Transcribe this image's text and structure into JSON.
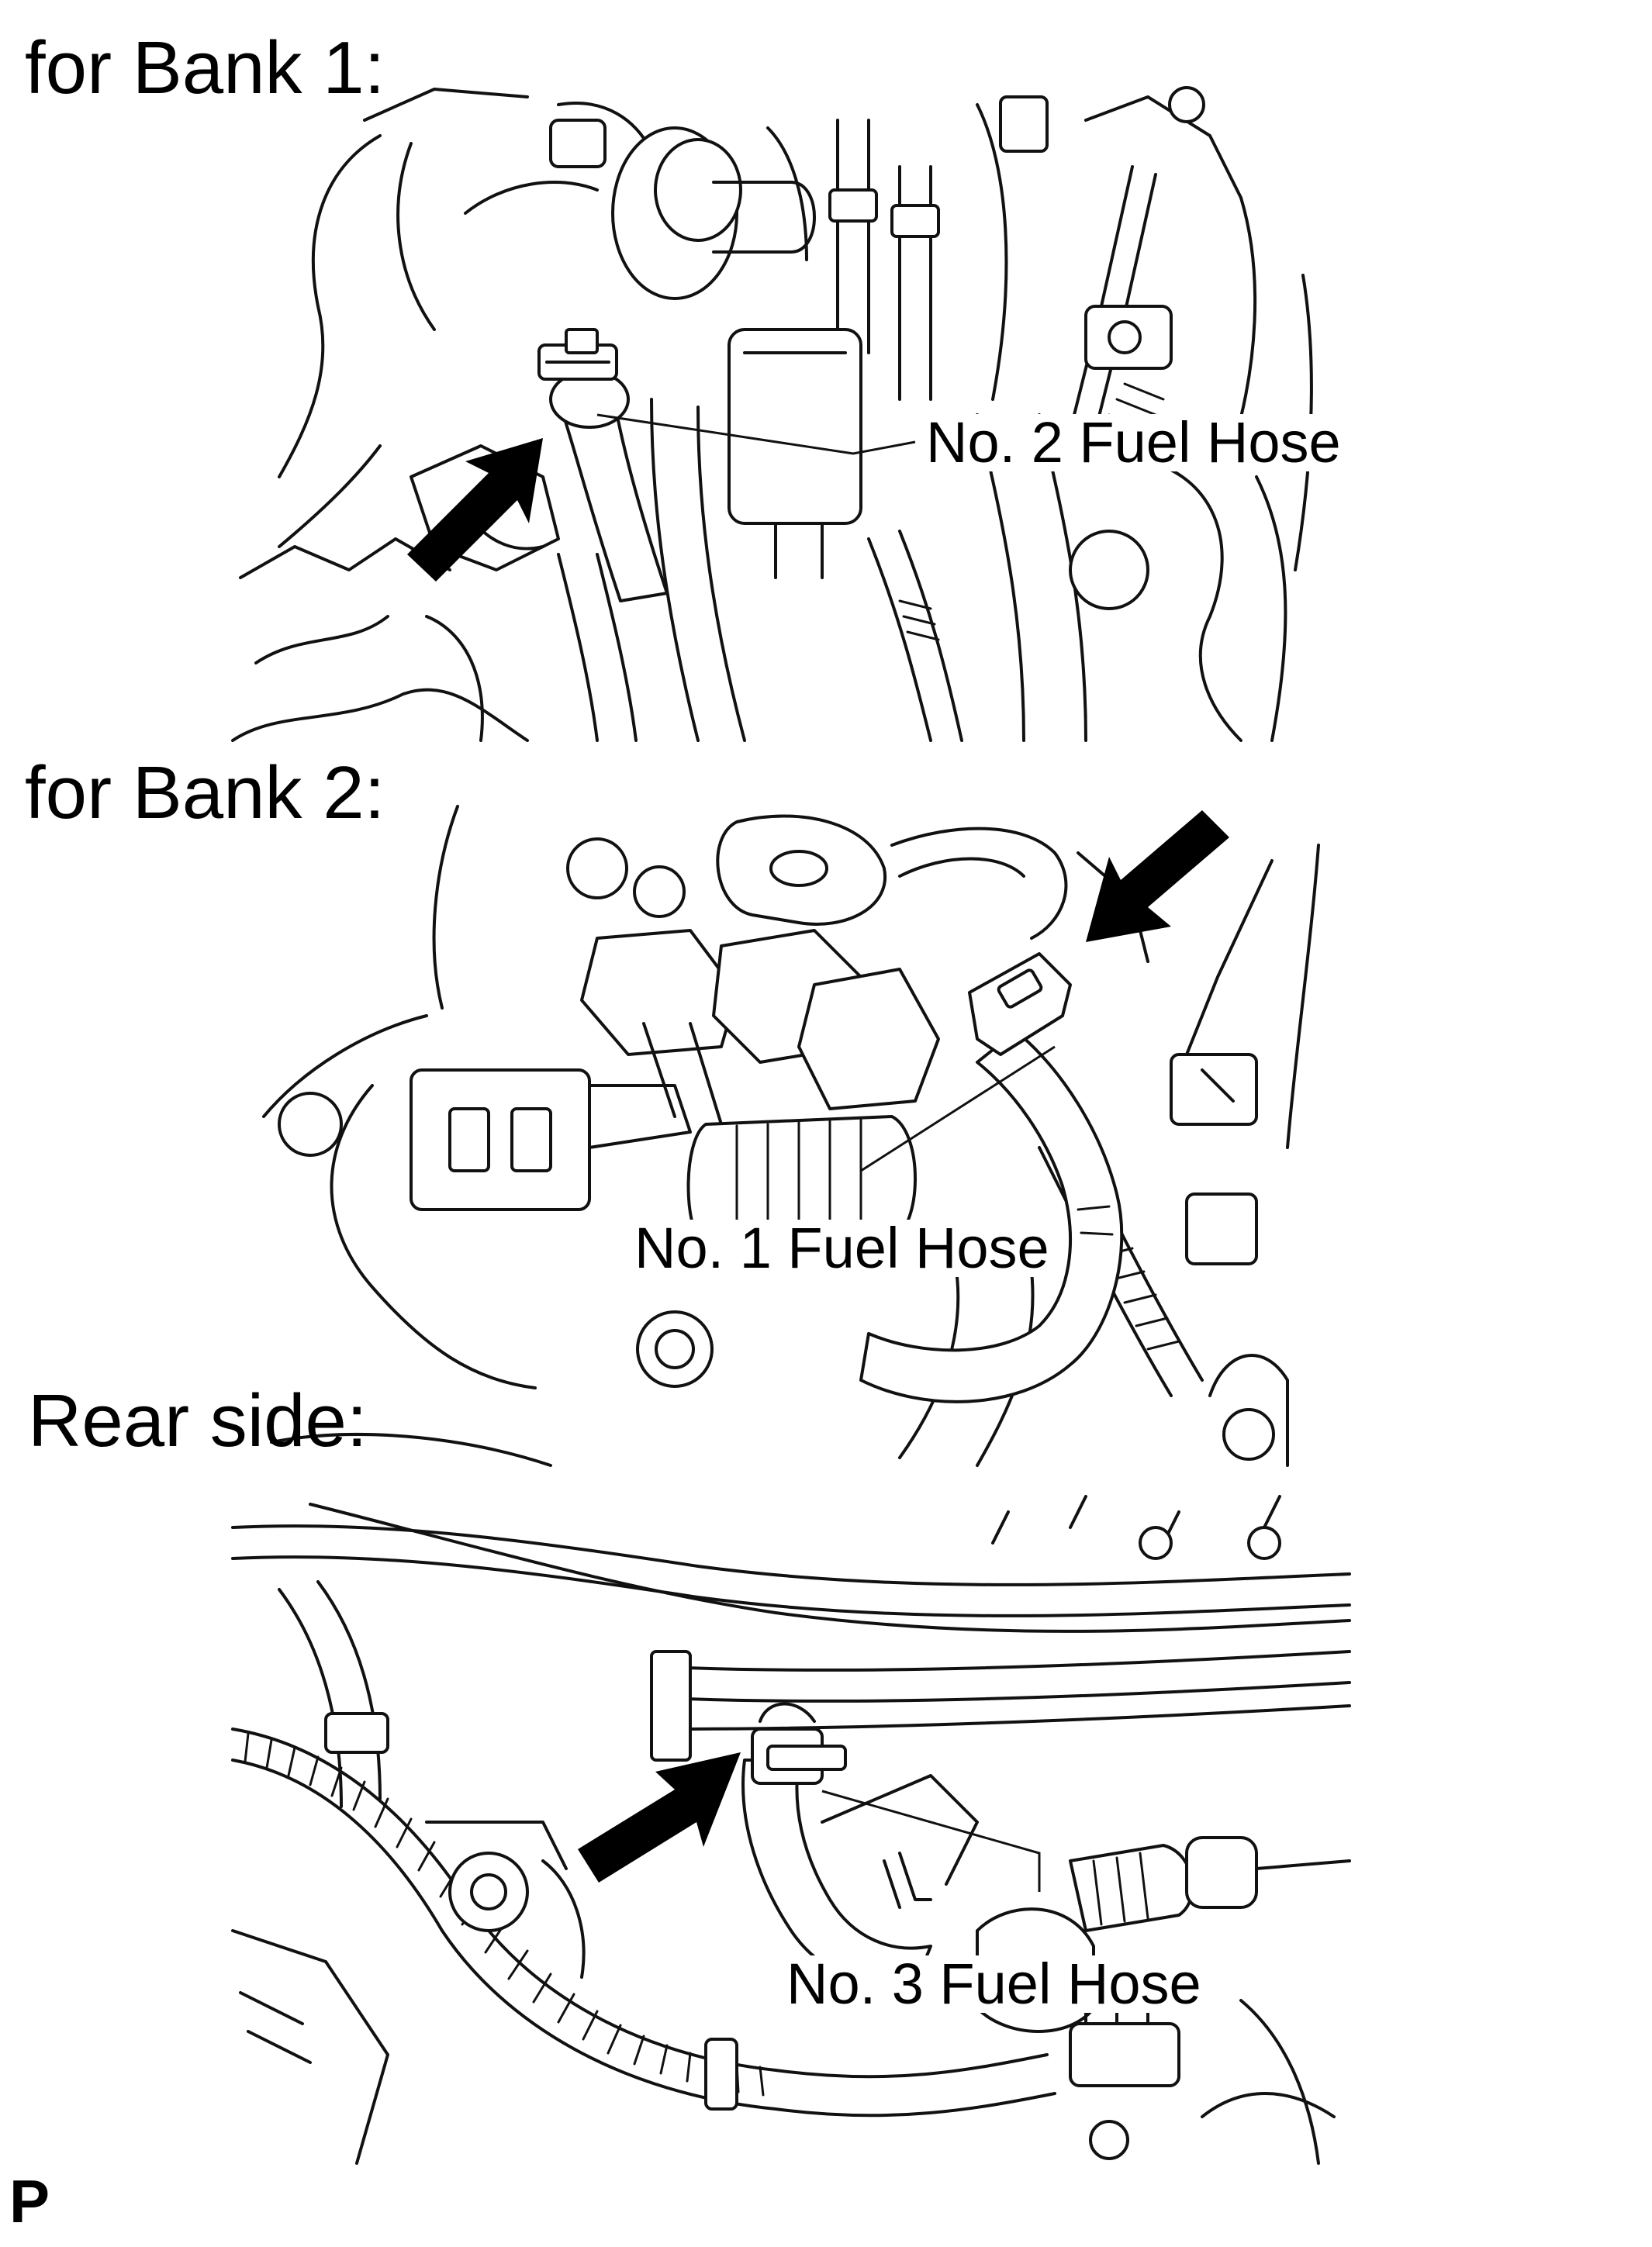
{
  "sections": [
    {
      "heading": "for Bank 1:",
      "callout": "No. 2 Fuel Hose"
    },
    {
      "heading": "for Bank 2:",
      "callout": "No. 1 Fuel Hose"
    },
    {
      "heading": "Rear side:",
      "callout": "No. 3 Fuel Hose"
    }
  ],
  "figure_code": "P",
  "colors": {
    "line": "#111111",
    "arrow": "#000000",
    "background": "#ffffff"
  },
  "icons": [
    "pointer-arrow-icon",
    "hose-clamp-icon"
  ]
}
